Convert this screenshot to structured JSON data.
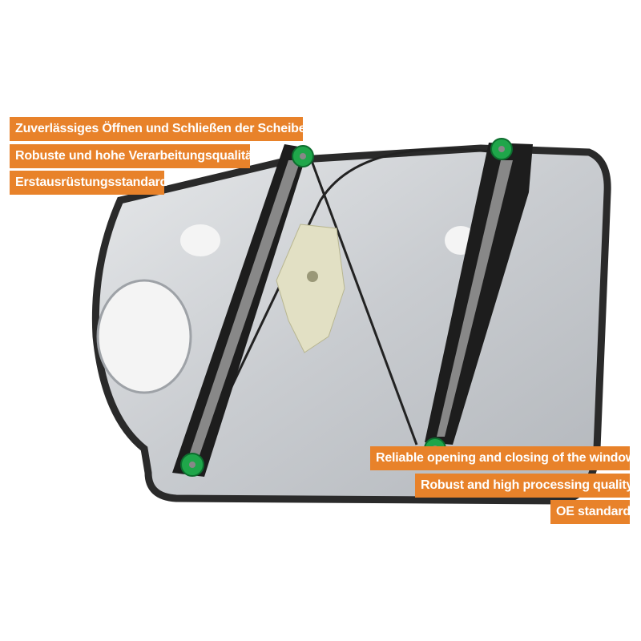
{
  "features_de": [
    "Zuverlässiges Öffnen und Schließen der Scheibe",
    "Robuste und hohe Verarbeitungsqualität",
    "Erstausrüstungsstandard"
  ],
  "features_en": [
    "Reliable opening and closing of the window",
    "Robust and high processing quality",
    "OE standard"
  ],
  "colors": {
    "label_bg": "#e8822a",
    "label_text": "#ffffff",
    "pulley": "#1fa64a"
  }
}
